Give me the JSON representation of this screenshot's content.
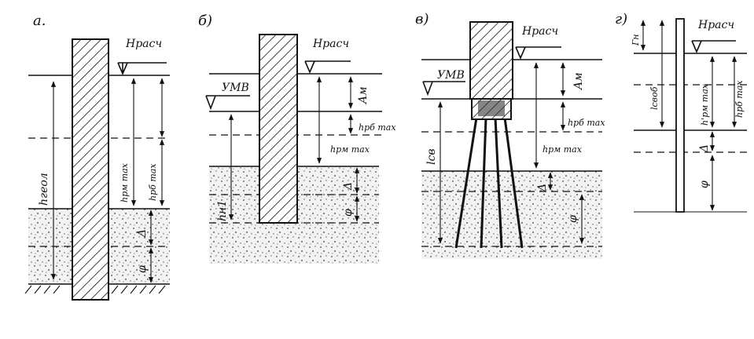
{
  "panels": {
    "a": {
      "letter": "а.",
      "h_rasch": "Hрасч",
      "h_geol": "hгеол",
      "h_pm_max": "hрм max",
      "h_pb_max": "hрб max",
      "delta": "Δ",
      "phi": "φ"
    },
    "b": {
      "letter": "б)",
      "h_rasch": "Hрасч",
      "umv": "УМВ",
      "a_m": "Aм",
      "h_pb_max": "hрб max",
      "h_pm_max": "hрм max",
      "h_n1": "hн1",
      "delta": "Δ",
      "phi": "φ"
    },
    "v": {
      "letter": "в)",
      "h_rasch": "Hрасч",
      "umv": "УМВ",
      "a_m": "Aм",
      "h_pb_max": "hрб max",
      "h_pm_max": "hрм max",
      "l_sv": "lсв",
      "delta": "Δ",
      "phi": "φ"
    },
    "g": {
      "letter": "г)",
      "h_rasch": "Hрасч",
      "g_n": "Гн",
      "l_svob": "lсвоб",
      "h_pm_max": "h'рм max",
      "h_pb_max": "hрб max",
      "delta": "Δ",
      "phi": "φ"
    }
  }
}
